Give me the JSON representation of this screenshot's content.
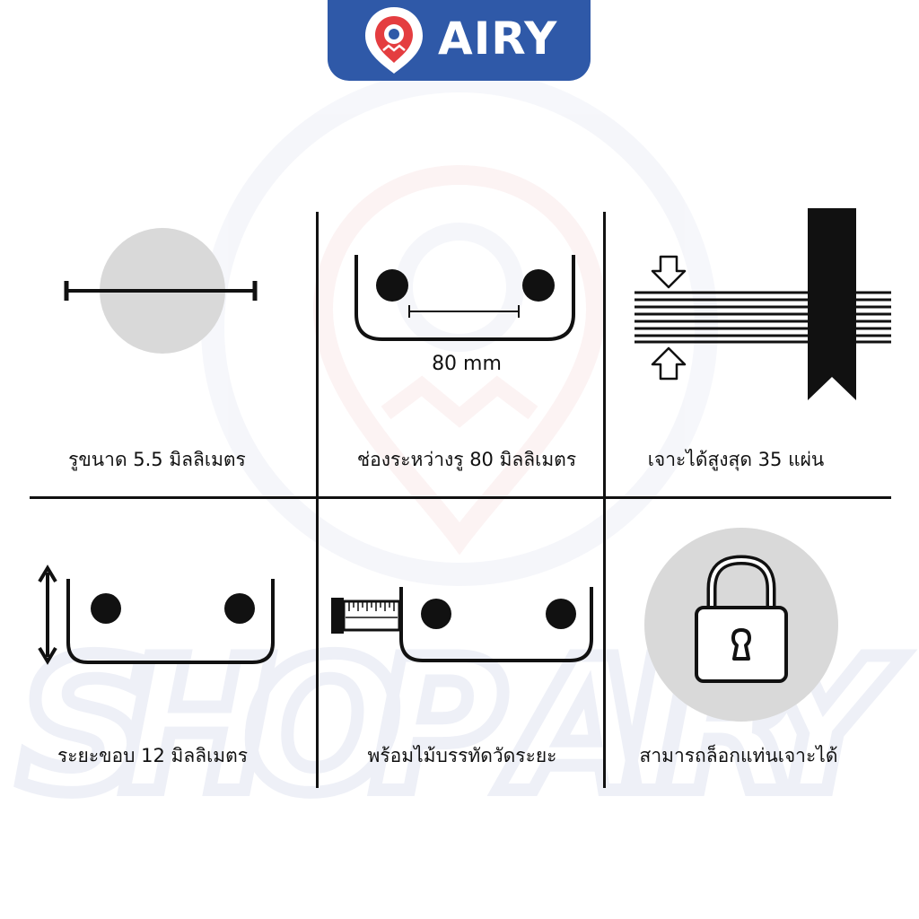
{
  "brand": {
    "name": "AIRY",
    "logo_icon": "map-pin-logo-icon",
    "color": "#2f59a8"
  },
  "watermark": {
    "text": "SHOP AIRY",
    "icon": "map-pin-watermark-icon"
  },
  "features": [
    {
      "caption": "รูขนาด 5.5 มิลลิเมตร",
      "icon": "hole-diameter-icon"
    },
    {
      "caption": "ช่องระหว่างรู 80 มิลลิเมตร",
      "label": "80 mm",
      "icon": "hole-spacing-icon"
    },
    {
      "caption": "เจาะได้สูงสุด 35 แผ่น",
      "icon": "paper-stack-icon"
    },
    {
      "caption": "ระยะขอบ 12 มิลลิเมตร",
      "icon": "margin-depth-icon"
    },
    {
      "caption": "พร้อมไม้บรรทัดวัดระยะ",
      "icon": "ruler-guide-icon"
    },
    {
      "caption": "สามารถล็อกแท่นเจาะได้",
      "icon": "padlock-icon"
    }
  ],
  "colors": {
    "ink": "#111111",
    "circle_fill": "#d9d9d9",
    "watermark": "#eef0f7"
  }
}
